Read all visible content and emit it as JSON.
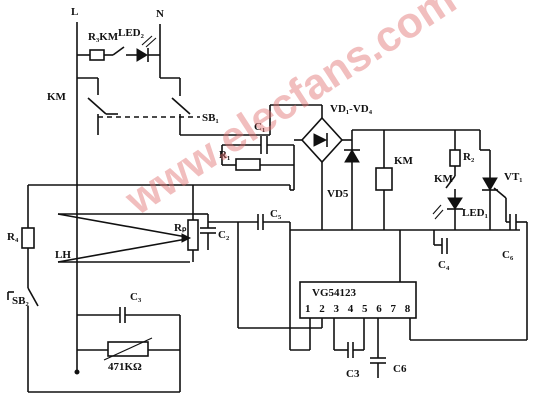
{
  "labels": {
    "L": "L",
    "N": "N",
    "R3_km": "R₃KM",
    "led2": "LED₂",
    "km_left": "KM",
    "sb1": "SB₁",
    "c1": "C₁",
    "r1": "R₁",
    "bridge": "VD₁-VD₄",
    "vd5": "VD5",
    "km_relay": "KM",
    "r2": "R₂",
    "vt1": "VT₁",
    "km_contact": "KM",
    "led1": "LED₁",
    "c5": "C₅",
    "rp": "Rₚ",
    "c2": "C₂",
    "c4": "C₄",
    "c6": "C₆",
    "r4": "R₄",
    "lh": "LH",
    "sb2": "SB₂",
    "c3_top": "C₃",
    "varistor": "471KΩ",
    "ic_name": "VG54123",
    "ic_pins": "1 2 3 4 5 6 7 8",
    "c3_bottom": "C3",
    "c6_bottom": "C6"
  },
  "watermark": "www.elecfans.com"
}
